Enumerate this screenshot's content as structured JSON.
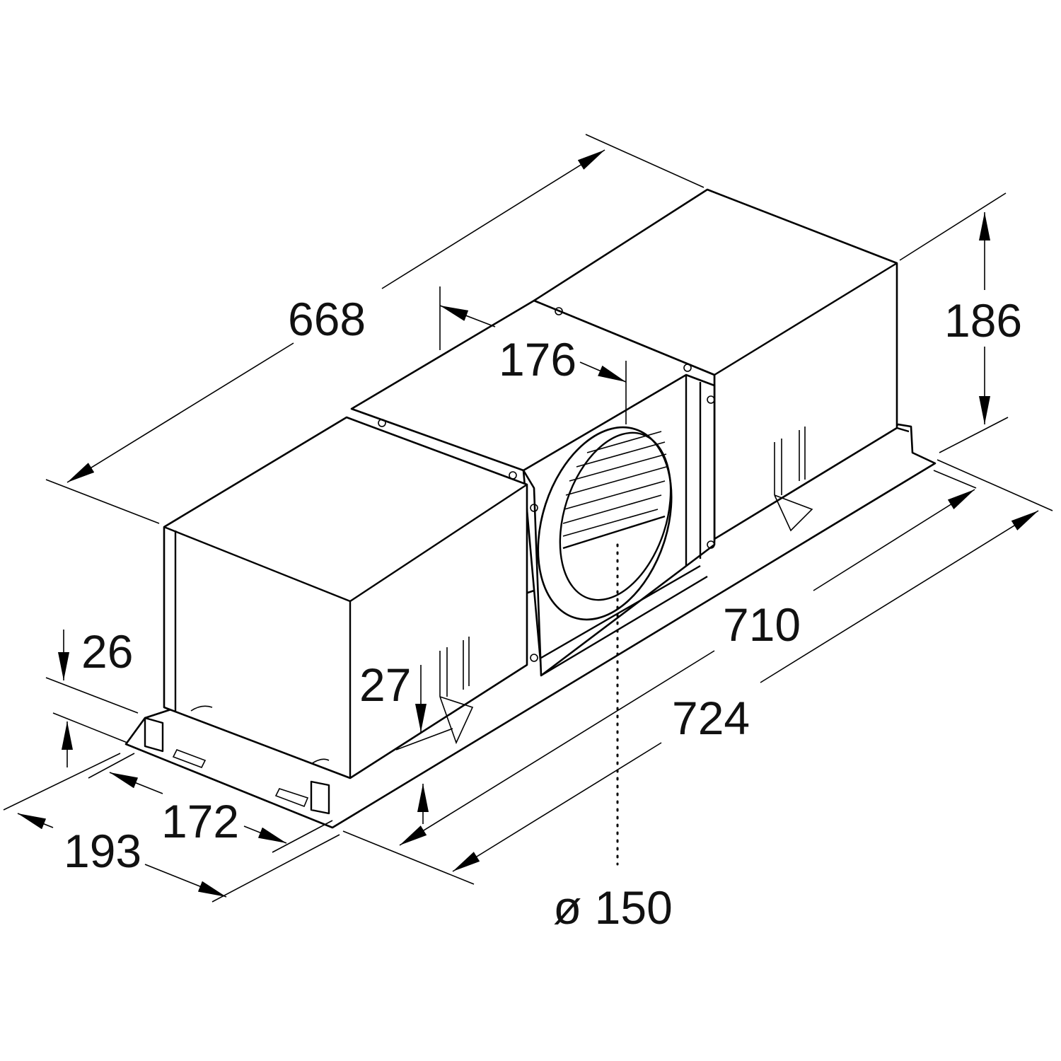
{
  "dimensions": {
    "length_top": "668",
    "spigot_offset": "176",
    "height": "186",
    "inner_length": "710",
    "outer_length": "724",
    "flange_top": "26",
    "flange_right": "27",
    "inner_depth": "172",
    "outer_depth": "193",
    "duct_diameter": "ø 150"
  },
  "colors": {
    "line": "#000000",
    "background": "#ffffff"
  }
}
